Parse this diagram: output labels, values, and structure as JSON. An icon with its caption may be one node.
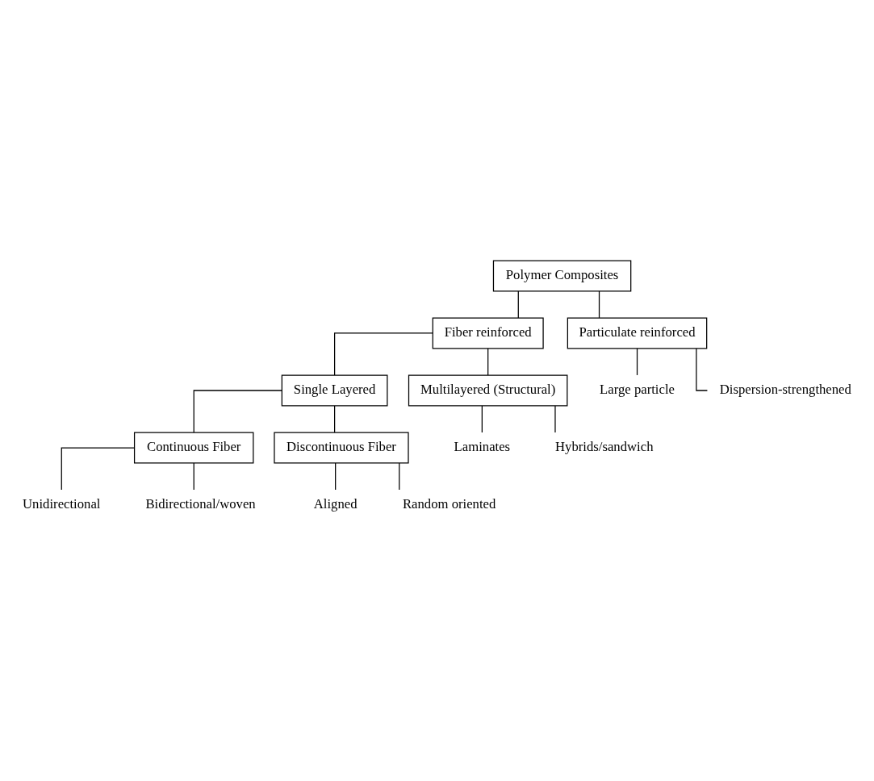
{
  "diagram": {
    "nodes": [
      {
        "text": [
          "Polymer Composites"
        ]
      },
      {
        "text": [
          "Fiber reinforced"
        ]
      },
      {
        "text": [
          "Particulate reinforced"
        ]
      },
      {
        "text": [
          "Large particle"
        ]
      },
      {
        "text": [
          "Dispersion-strengthened"
        ]
      },
      {
        "text": [
          "Single Layered"
        ]
      },
      {
        "text": [
          "Continuous Fiber"
        ]
      },
      {
        "text": [
          "Unidirectional"
        ]
      },
      {
        "text": [
          "Bidirectional/woven"
        ]
      },
      {
        "text": [
          "Discontinuous Fiber"
        ]
      },
      {
        "text": [
          "Aligned"
        ]
      },
      {
        "text": [
          "Random oriented"
        ]
      },
      {
        "text": [
          "Multilayered (Structural)"
        ]
      },
      {
        "text": [
          "Laminates"
        ]
      },
      {
        "text": [
          "Hybrids/sandwich"
        ]
      }
    ],
    "edges": [
      {
        "from": 0,
        "to": 1,
        "arrow": "none"
      },
      {
        "from": 0,
        "to": 2,
        "arrow": "none"
      },
      {
        "from": 2,
        "to": 3,
        "arrow": "none"
      },
      {
        "from": 2,
        "to": 4,
        "arrow": "none"
      },
      {
        "from": 1,
        "to": 5,
        "arrow": "none"
      },
      {
        "from": 5,
        "to": 6,
        "arrow": "none"
      },
      {
        "from": 6,
        "to": 7,
        "arrow": "none"
      },
      {
        "from": 6,
        "to": 8,
        "arrow": "none"
      },
      {
        "from": 5,
        "to": 9,
        "arrow": "none"
      },
      {
        "from": 9,
        "to": 10,
        "arrow": "none"
      },
      {
        "from": 9,
        "to": 11,
        "arrow": "none"
      },
      {
        "from": 1,
        "to": 12,
        "arrow": "none"
      },
      {
        "from": 12,
        "to": 13,
        "arrow": "none"
      },
      {
        "from": 12,
        "to": 14,
        "arrow": "none"
      }
    ]
  }
}
